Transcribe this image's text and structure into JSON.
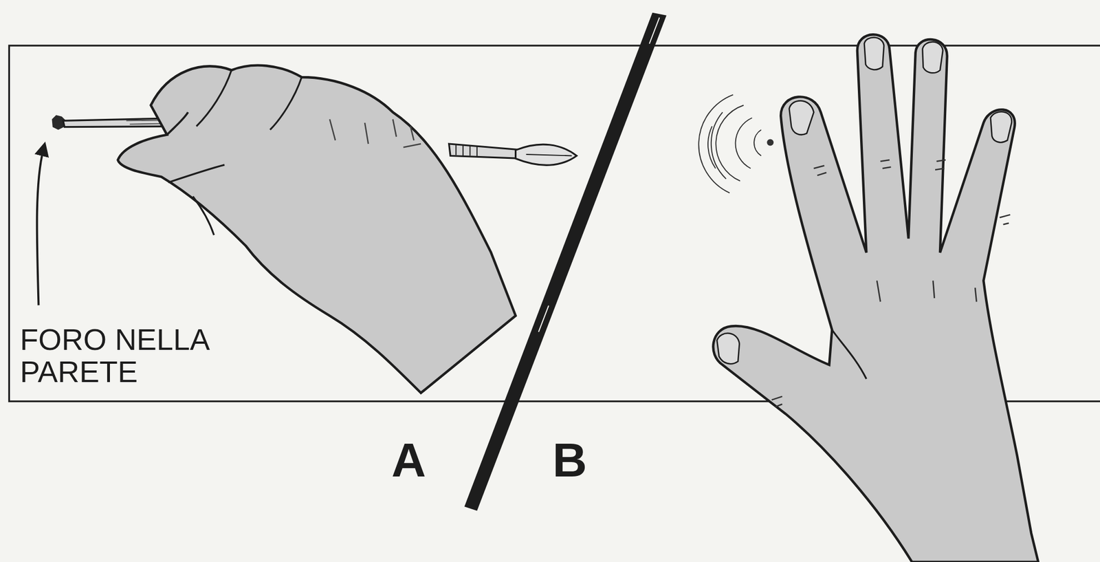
{
  "diagram": {
    "labels": [
      "FORO NELLA PARETE",
      "A",
      "B"
    ]
  }
}
